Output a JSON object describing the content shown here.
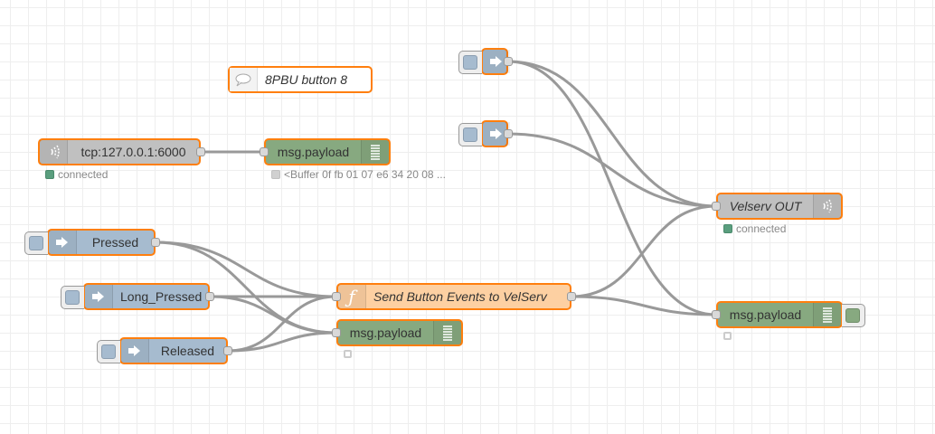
{
  "colors": {
    "selected_border": "#ff7f0e",
    "inject": "#a6bbcf",
    "debug": "#87a980",
    "tcp": "#c0c0c0",
    "function": "#fdd0a2",
    "comment": "#ffffff",
    "wire": "#999999",
    "status_connected": "#5a9e7e"
  },
  "nodes": {
    "comment": {
      "label": "8PBU button 8",
      "icon": "comment-icon"
    },
    "tcp_in": {
      "label": "tcp:127.0.0.1:6000",
      "icon": "bridge-icon",
      "status": "connected"
    },
    "debug_top": {
      "label": "msg.payload",
      "icon": "list-icon",
      "status": "<Buffer 0f fb 01 07 e6 34 20 08 ..."
    },
    "inject_pressed": {
      "label": "Pressed",
      "icon": "arrow-in-icon"
    },
    "inject_long_pressed": {
      "label": "Long_Pressed",
      "icon": "arrow-in-icon"
    },
    "inject_released": {
      "label": "Released",
      "icon": "arrow-in-icon"
    },
    "function": {
      "label": "Send Button Events to VelServ",
      "icon": "function-icon"
    },
    "debug_mid": {
      "label": "msg.payload",
      "icon": "list-icon",
      "status": ""
    },
    "inject_top_right_1": {
      "label": "",
      "icon": "arrow-in-icon"
    },
    "inject_top_right_2": {
      "label": "",
      "icon": "arrow-in-icon"
    },
    "tcp_out": {
      "label": "Velserv OUT",
      "icon": "bridge-icon",
      "status": "connected"
    },
    "debug_right": {
      "label": "msg.payload",
      "icon": "list-icon",
      "status": ""
    }
  }
}
